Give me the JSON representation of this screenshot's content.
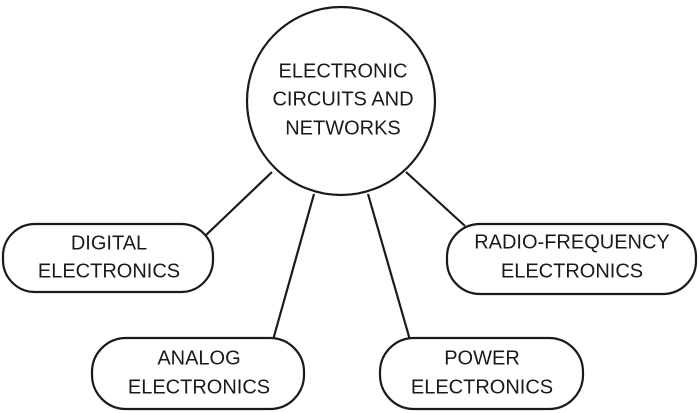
{
  "diagram": {
    "center": {
      "lines": [
        "ELECTRONIC",
        "CIRCUITS AND",
        "NETWORKS"
      ]
    },
    "nodes": [
      {
        "id": "digital",
        "lines": [
          "DIGITAL",
          "ELECTRONICS"
        ]
      },
      {
        "id": "analog",
        "lines": [
          "ANALOG",
          "ELECTRONICS"
        ]
      },
      {
        "id": "power",
        "lines": [
          "POWER",
          "ELECTRONICS"
        ]
      },
      {
        "id": "rf",
        "lines": [
          "RADIO-FREQUENCY",
          "ELECTRONICS"
        ]
      }
    ]
  }
}
